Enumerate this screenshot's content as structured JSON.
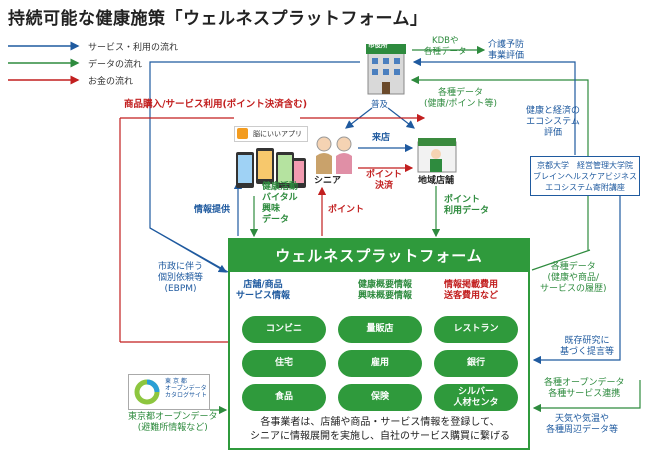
{
  "title": "持続可能な健康施策「ウェルネスプラットフォーム」",
  "legend": [
    {
      "label": "サービス・利用の流れ",
      "color": "#1f5a9f"
    },
    {
      "label": "データの流れ",
      "color": "#2e8b3e"
    },
    {
      "label": "お金の流れ",
      "color": "#c21f1f"
    }
  ],
  "nodes": {
    "city_hall_sign": "市役所",
    "app_name": "脳にいいアプリ",
    "senior": "シニア",
    "store": "地域店舗",
    "kyoto_univ": [
      "京都大学　経営管理大学院",
      "ブレインヘルスケアビジネス",
      "エコシステム寄附講座"
    ],
    "tokyo_data": [
      "東",
      "京",
      "都",
      "オープンデータ",
      "カタログサイト"
    ]
  },
  "labels": {
    "purchase": "商品購入/サービス利用(ポイント決済含む)",
    "kdb": [
      "KDBや",
      "各種データ"
    ],
    "care_eval": [
      "介護予防",
      "事業評価"
    ],
    "spread": "普及",
    "various_data_health": [
      "各種データ",
      "(健康/ポイント等)"
    ],
    "ecosystem_eval": [
      "健康と経済の",
      "エコシステム",
      "評価"
    ],
    "visit": "来店",
    "point_settle": [
      "ポイント",
      "決済"
    ],
    "health_data": [
      "健康活動",
      "バイタル",
      "興味",
      "データ"
    ],
    "info_provide": "情報提供",
    "point_red": "ポイント",
    "point_usage": [
      "ポイント",
      "利用データ"
    ],
    "city_request": [
      "市政に伴う",
      "個別依頼等",
      "(EBPM)"
    ],
    "various_data_purchase": [
      "各種データ",
      "(健康や商品/",
      "サービスの履歴)"
    ],
    "research_proposal": [
      "既存研究に",
      "基づく提言等"
    ],
    "open_data_link": [
      "各種オープンデータ",
      "各種サービス連携"
    ],
    "weather": [
      "天気や気温や",
      "各種周辺データ等"
    ],
    "tokyo_caption": [
      "東京都オープンデータ",
      "(避難所情報など)"
    ]
  },
  "platform": {
    "title": "ウェルネスプラットフォーム",
    "flow_left": [
      "店舗/商品",
      "サービス情報"
    ],
    "flow_mid": [
      "健康概要情報",
      "興味概要情報"
    ],
    "flow_right": [
      "情報掲載費用",
      "送客費用など"
    ],
    "categories": [
      "コンビニ",
      "量販店",
      "レストラン",
      "住宅",
      "雇用",
      "銀行",
      "食品",
      "保険",
      [
        "シルバー",
        "人材センタ"
      ]
    ],
    "description": [
      "各事業者は、店舗や商品・サービス情報を登録して、",
      "シニアに情報展開を実施し、自社のサービス購買に繋げる"
    ]
  }
}
